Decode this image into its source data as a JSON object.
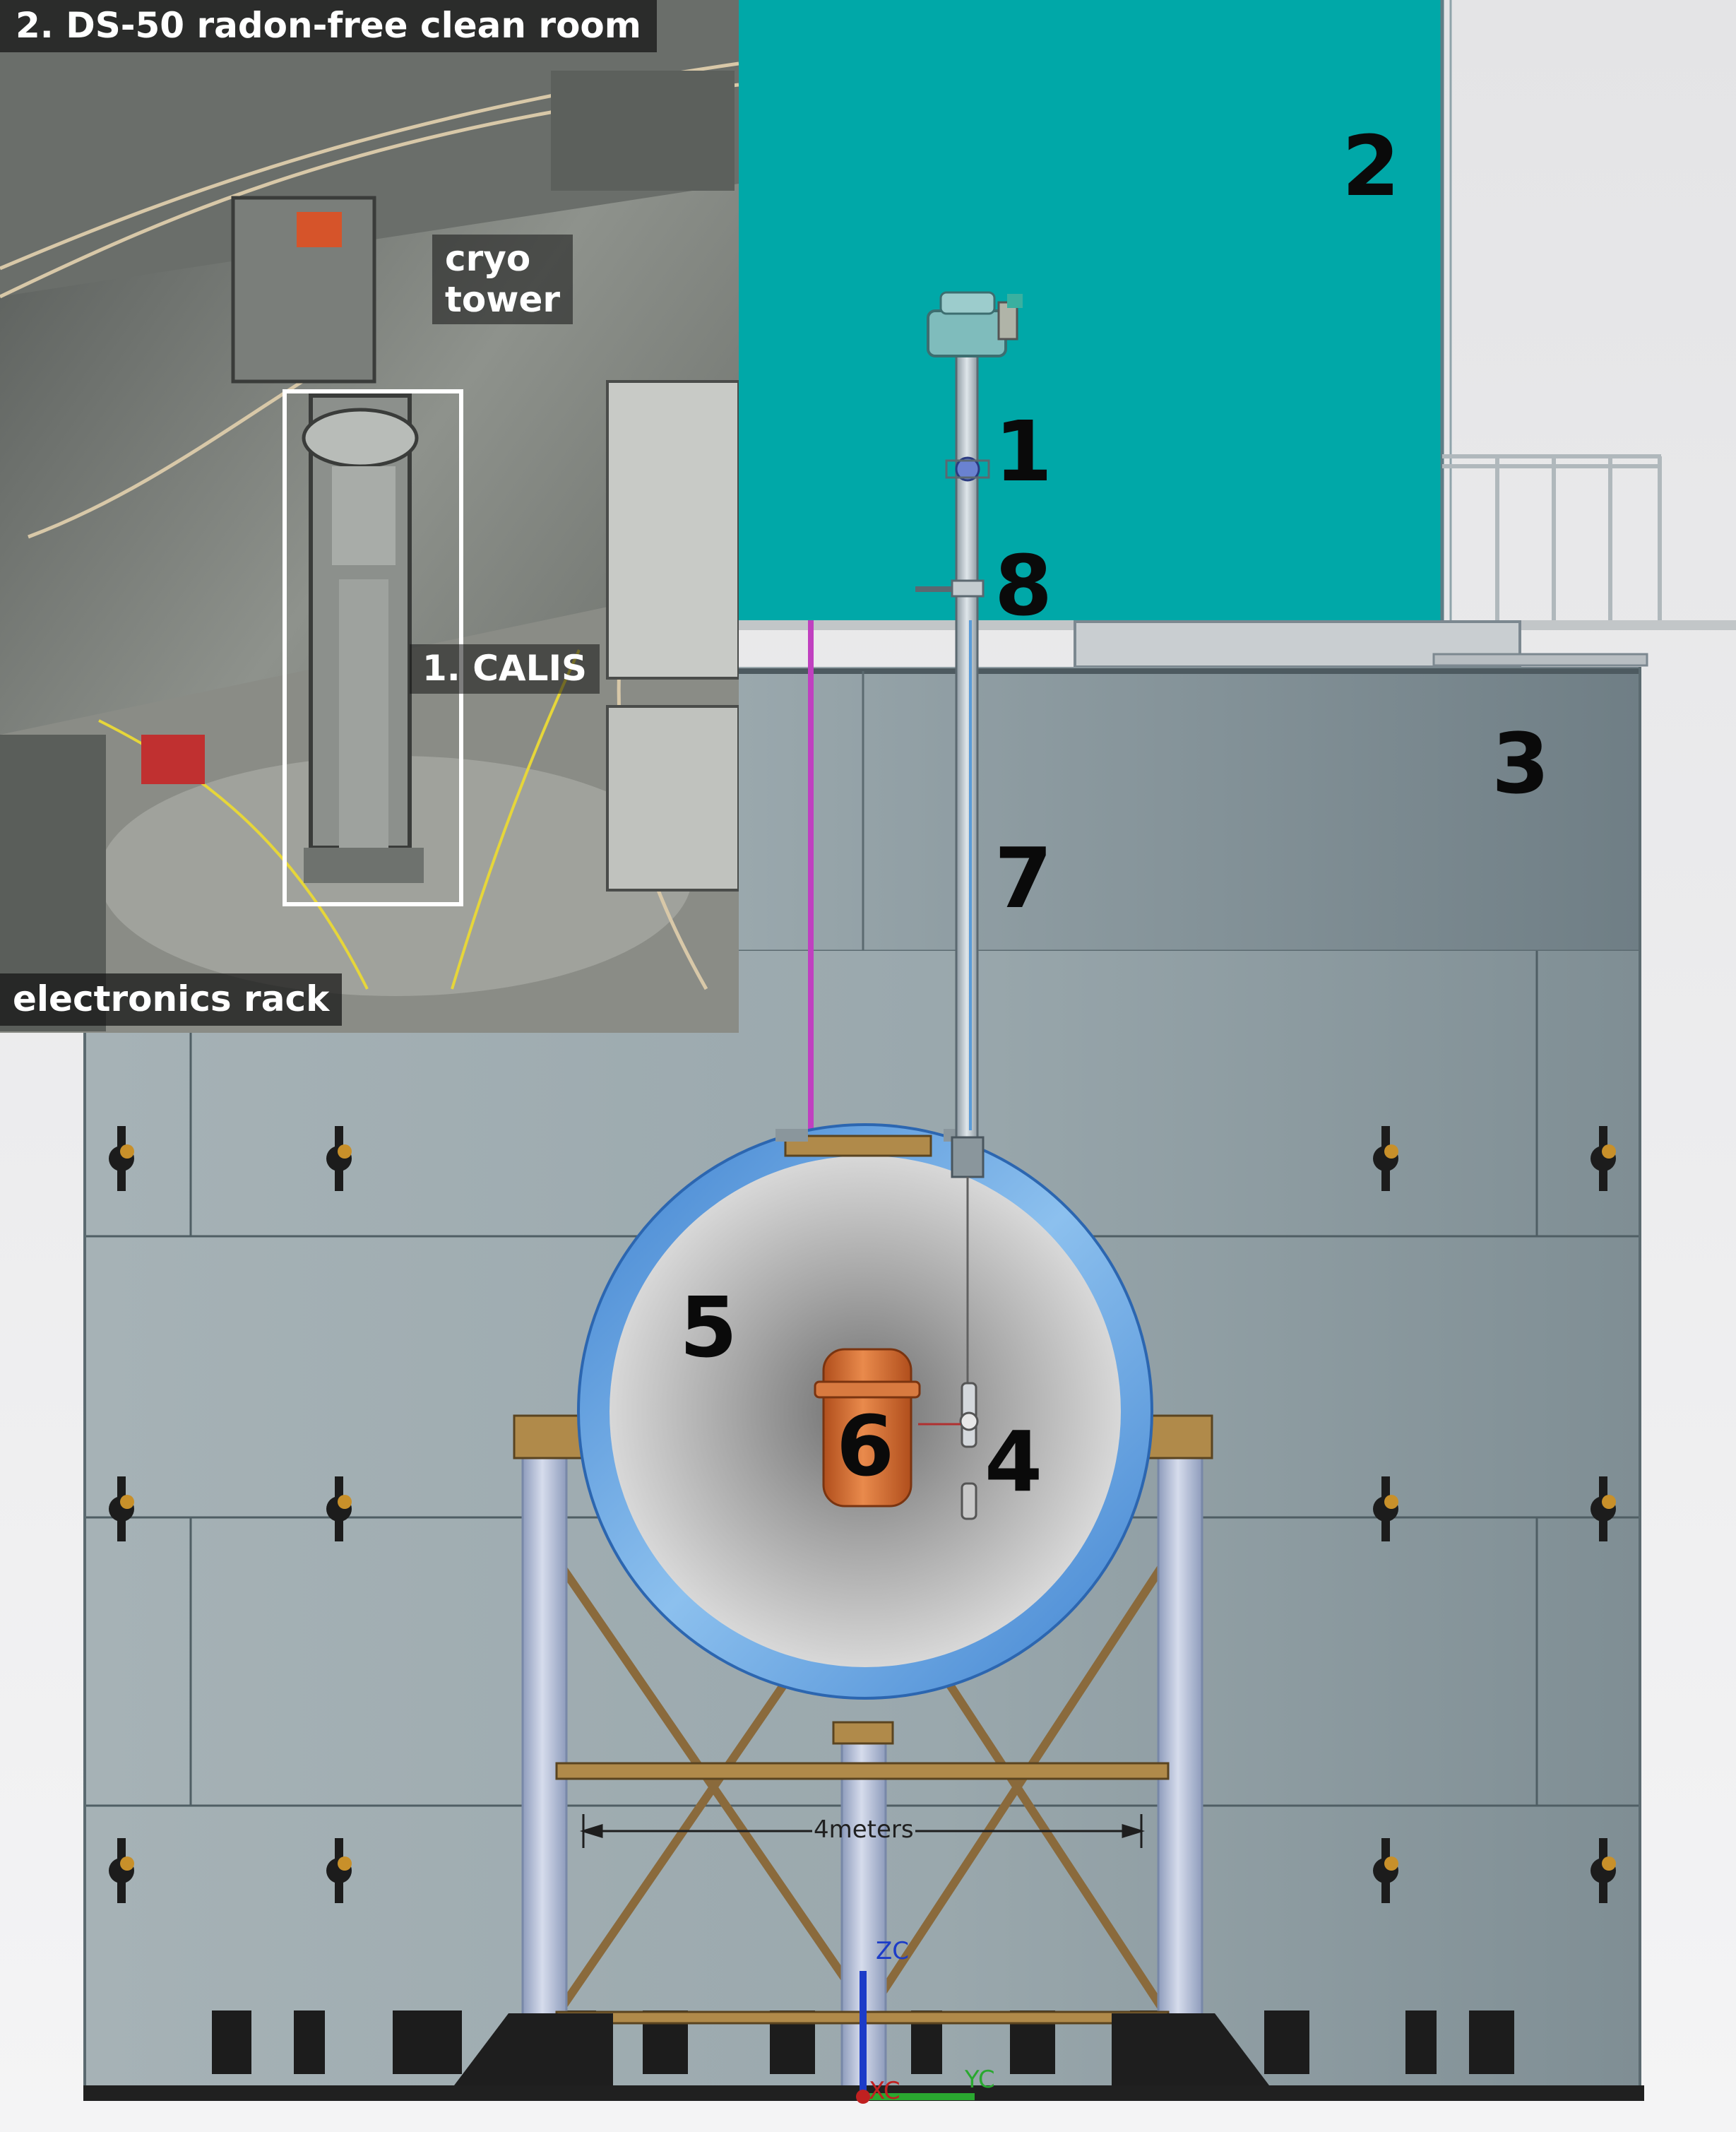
{
  "photo_panel": {
    "title": "2. DS-50 radon-free clean room",
    "labels": {
      "cryo_tower": [
        "cryo",
        "tower"
      ],
      "calis": "1. CALIS",
      "electronics_rack": "electronics rack"
    }
  },
  "drawing": {
    "callouts": [
      "1",
      "2",
      "3",
      "4",
      "5",
      "6",
      "7",
      "8"
    ],
    "scale_label": "4meters",
    "axis_labels": {
      "z": "ZC",
      "x": "XC",
      "y": "YC"
    }
  },
  "colors": {
    "clean_room": "#00a8a8",
    "water_tank": "#a2b0b5",
    "sphere_ring": "#7ab4e8",
    "cryostat": "#d3672c",
    "feedthrough_line": "#c040c0",
    "support_beam": "#a07840",
    "support_leg": "#b8c4dc",
    "ground": "#202020"
  }
}
